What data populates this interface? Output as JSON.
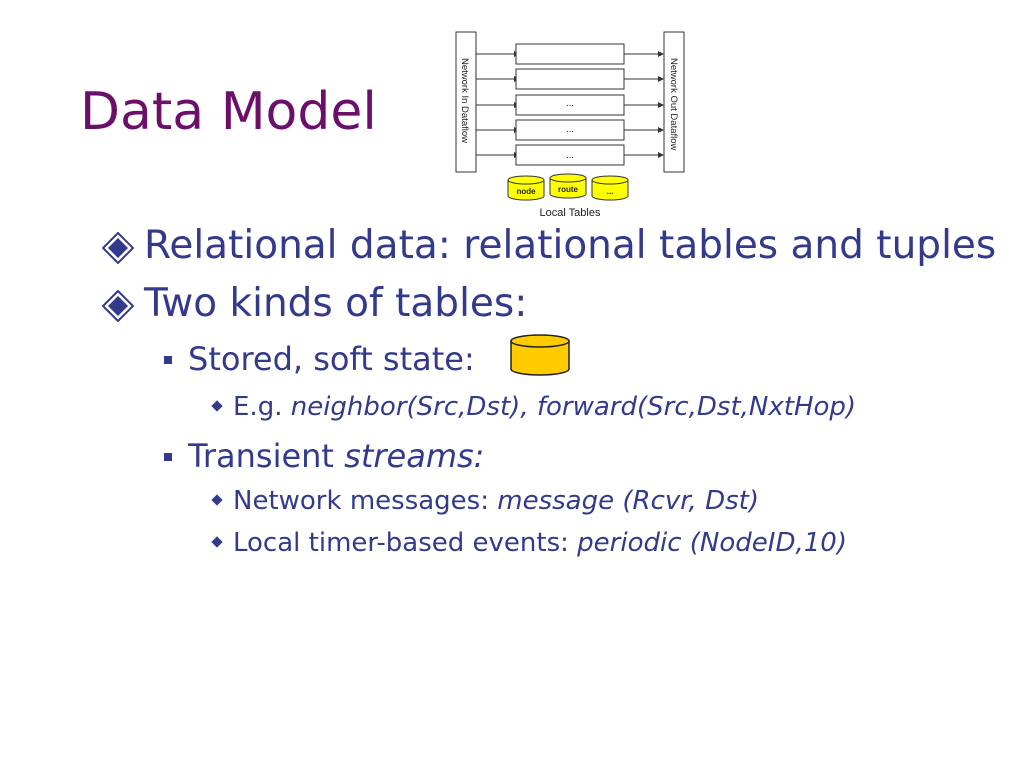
{
  "title": "Data Model",
  "diagram": {
    "left_label": "Network In Dataflow",
    "right_label": "Network Out Dataflow",
    "box_labels": [
      "",
      "",
      "...",
      "...",
      "..."
    ],
    "tables": [
      "node",
      "route",
      "..."
    ],
    "caption": "Local Tables"
  },
  "bullets": {
    "b1": "Relational data: relational tables and tuples",
    "b2": "Two kinds of tables:",
    "b2_1": "Stored, soft state:",
    "b2_1_1_prefix": "E.g. ",
    "b2_1_1_italic": "neighbor(Src,Dst), forward(Src,Dst,NxtHop)",
    "b2_2_prefix": "Transient ",
    "b2_2_italic": "streams:",
    "b2_2_1_prefix": "Network messages: ",
    "b2_2_1_italic": "message (Rcvr, Dst)",
    "b2_2_2_prefix": "Local timer-based events: ",
    "b2_2_2_italic": "periodic (NodeID,10)"
  },
  "colors": {
    "title": "#6b0f6b",
    "text": "#333a8c",
    "table_fill": "#ffff00",
    "cylinder_fill": "#ffcc00"
  }
}
